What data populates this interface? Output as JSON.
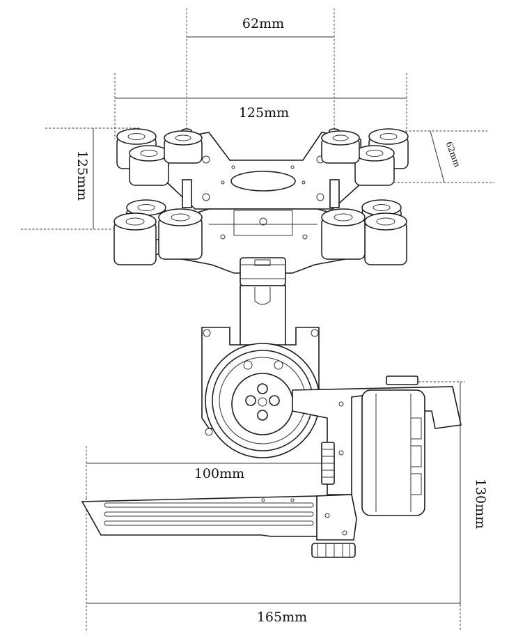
{
  "diagram": {
    "dimensions": {
      "top_motor_spacing": "62mm",
      "plate_width": "125mm",
      "plate_depth": "125mm",
      "side_spacing": "62mm",
      "tray_width": "100mm",
      "overall_height": "130mm",
      "overall_width": "165mm"
    }
  }
}
